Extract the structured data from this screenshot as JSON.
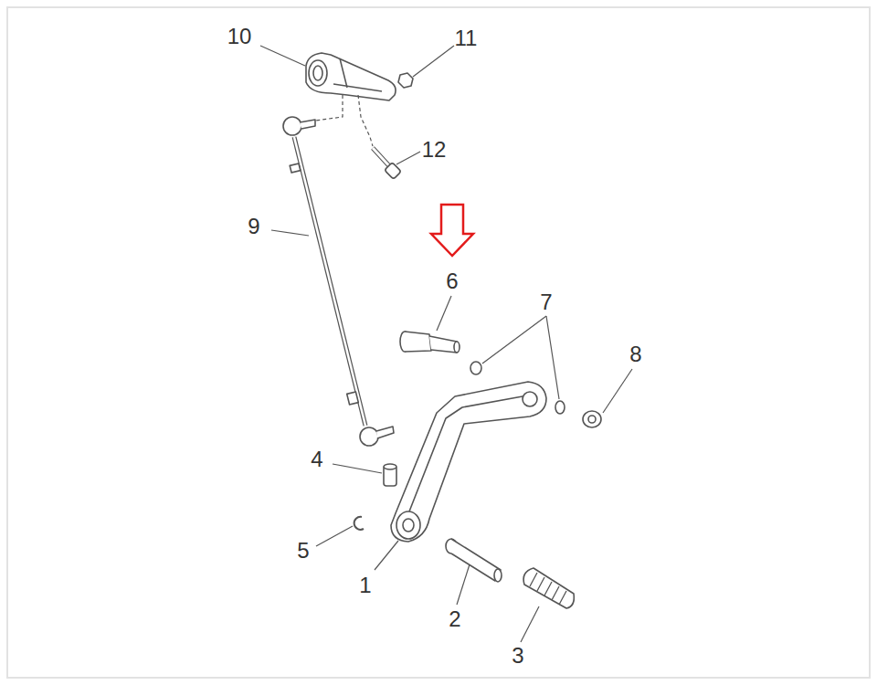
{
  "diagram": {
    "labels": [
      "10",
      "11",
      "12",
      "9",
      "6",
      "7",
      "8",
      "4",
      "5",
      "1",
      "2",
      "3"
    ]
  }
}
